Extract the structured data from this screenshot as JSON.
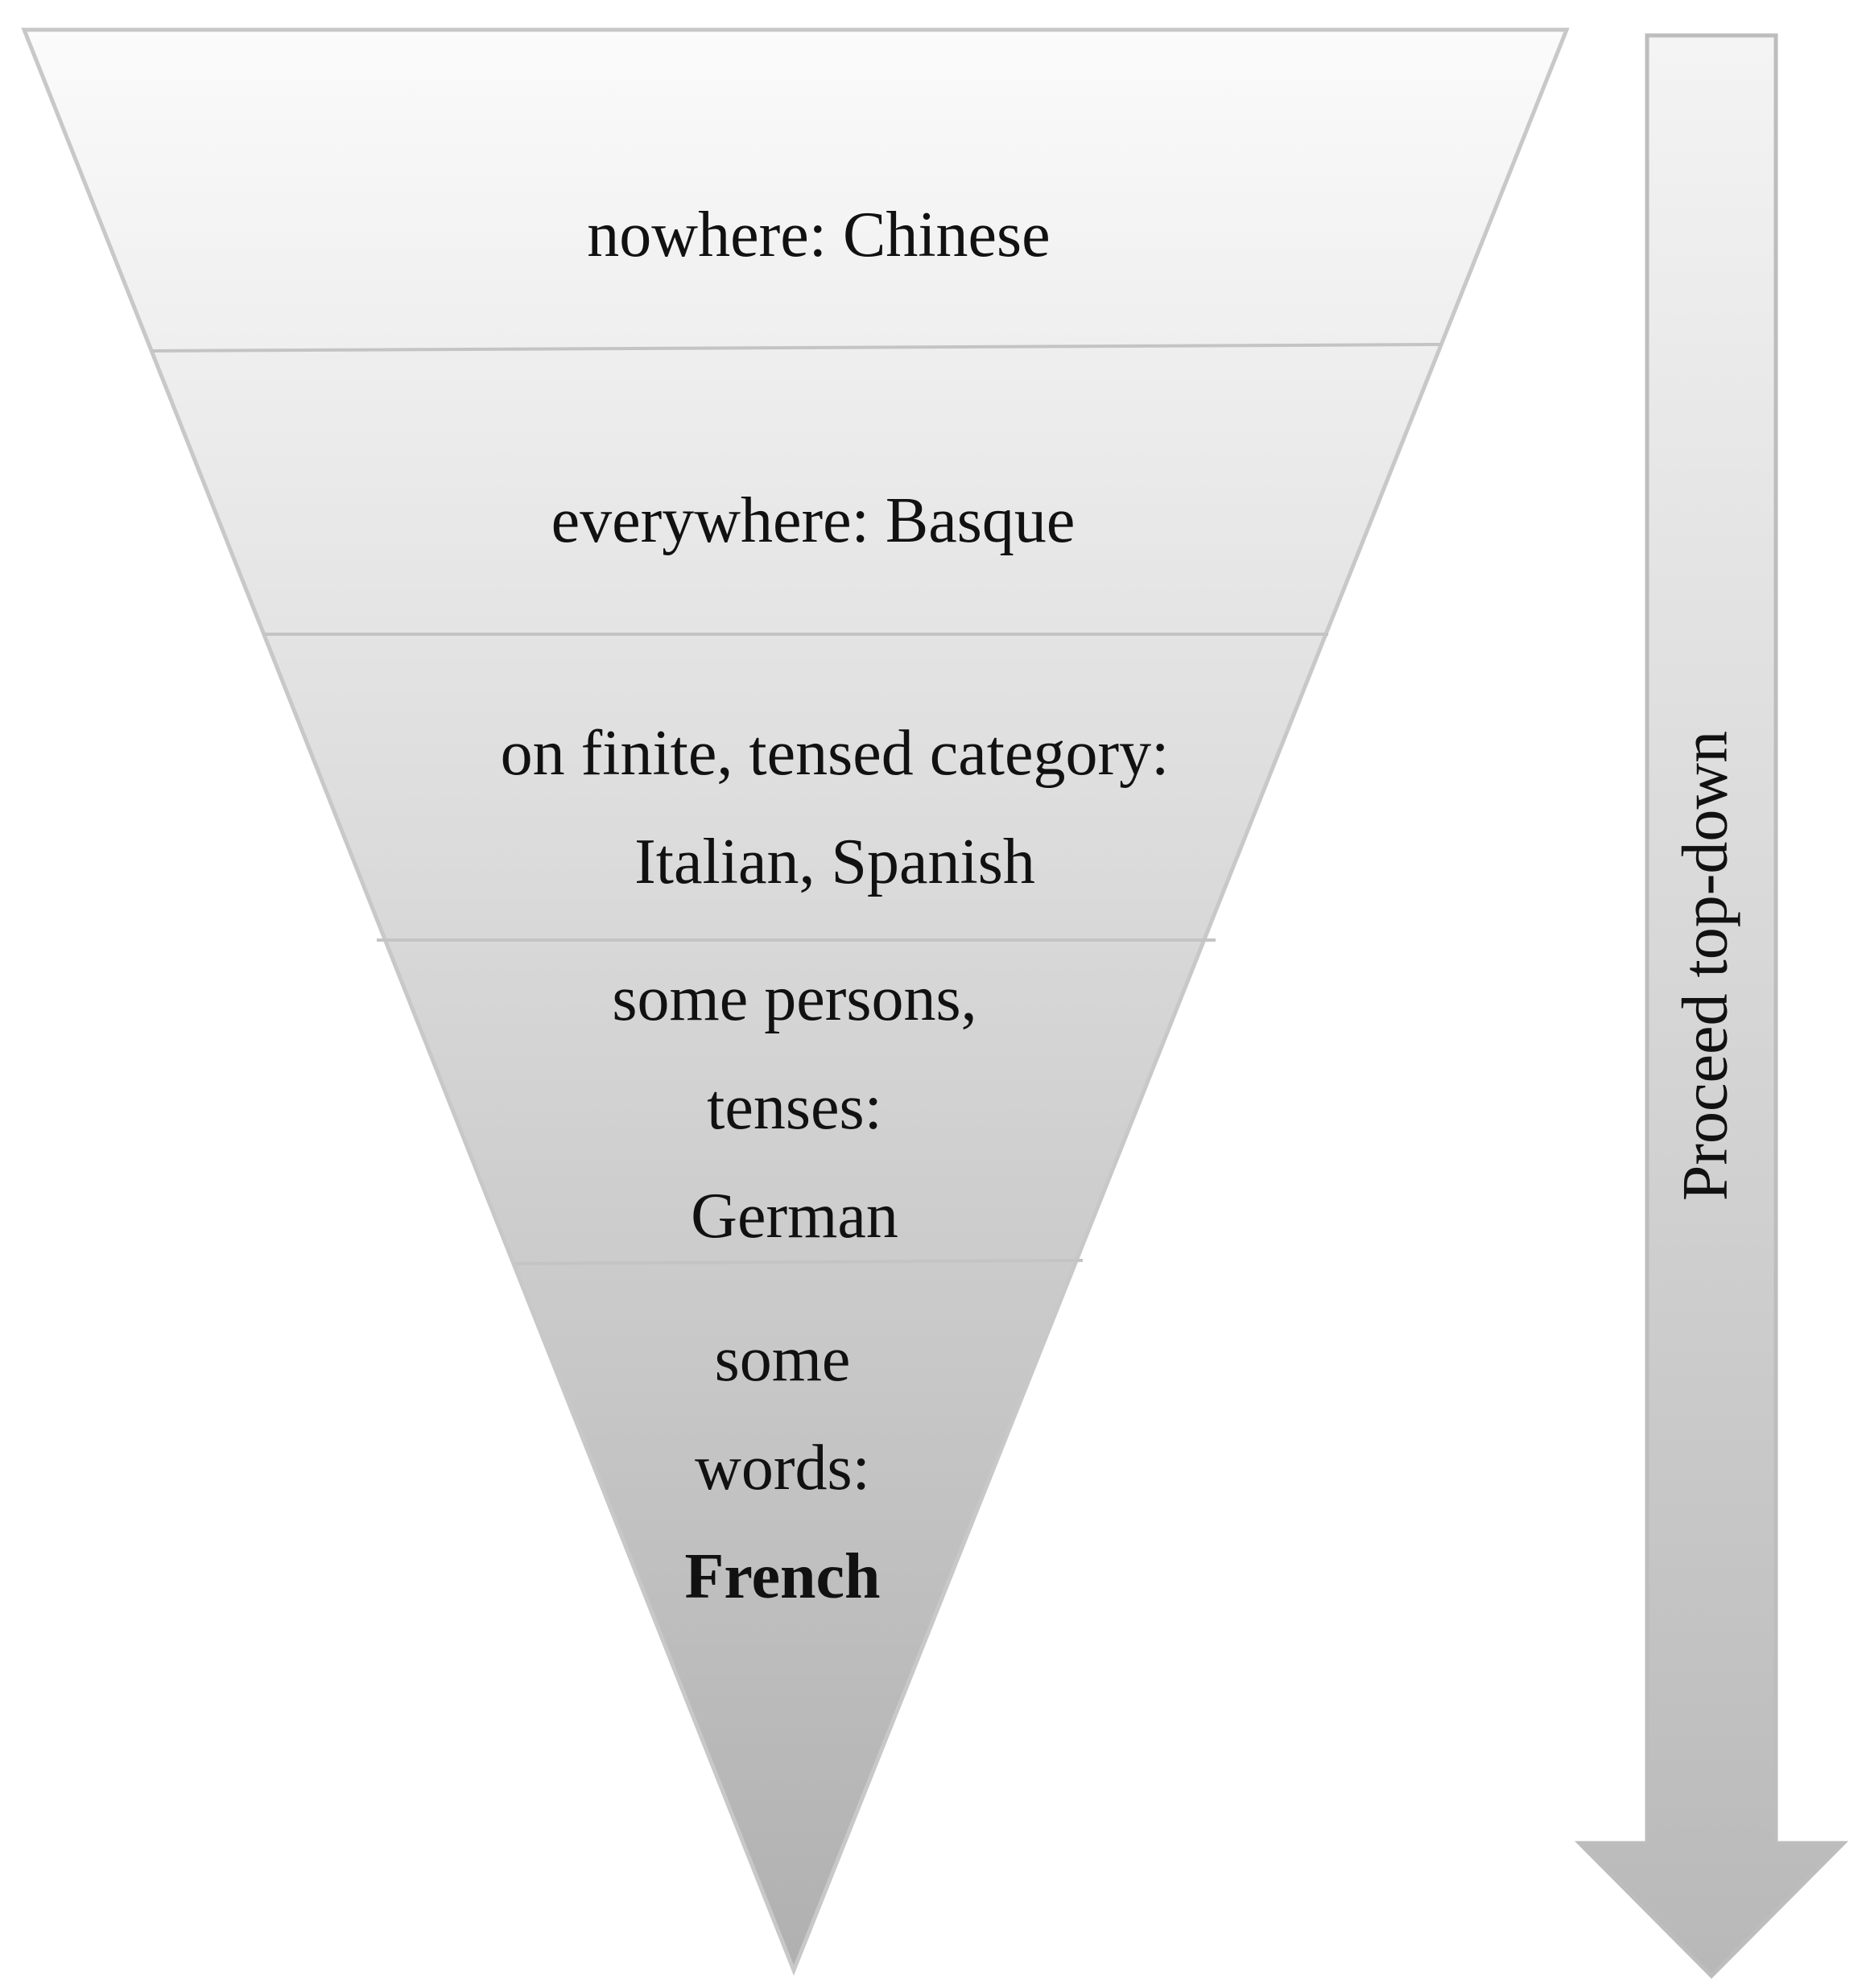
{
  "funnel": {
    "levels": [
      {
        "lines": [
          "nowhere: Chinese"
        ],
        "bold": false
      },
      {
        "lines": [
          "everywhere: Basque"
        ],
        "bold": false
      },
      {
        "lines": [
          "on finite, tensed category:",
          "Italian, Spanish"
        ],
        "bold": false
      },
      {
        "lines": [
          "some persons,",
          "tenses:",
          "German"
        ],
        "bold": false
      },
      {
        "lines": [
          "some",
          "words:",
          "French"
        ],
        "bold": false,
        "bold_last_line": true
      }
    ],
    "colors": {
      "top_fill": "#fbfbfb",
      "bottom_fill": "#b0b0b0",
      "outline": "#c8c8c8",
      "divider": "#c4c4c4"
    }
  },
  "direction_arrow": {
    "label": "Proceed top-down",
    "colors": {
      "top_fill": "#f4f4f4",
      "bottom_fill": "#b8b8b8",
      "outline": "#bdbdbd"
    }
  }
}
